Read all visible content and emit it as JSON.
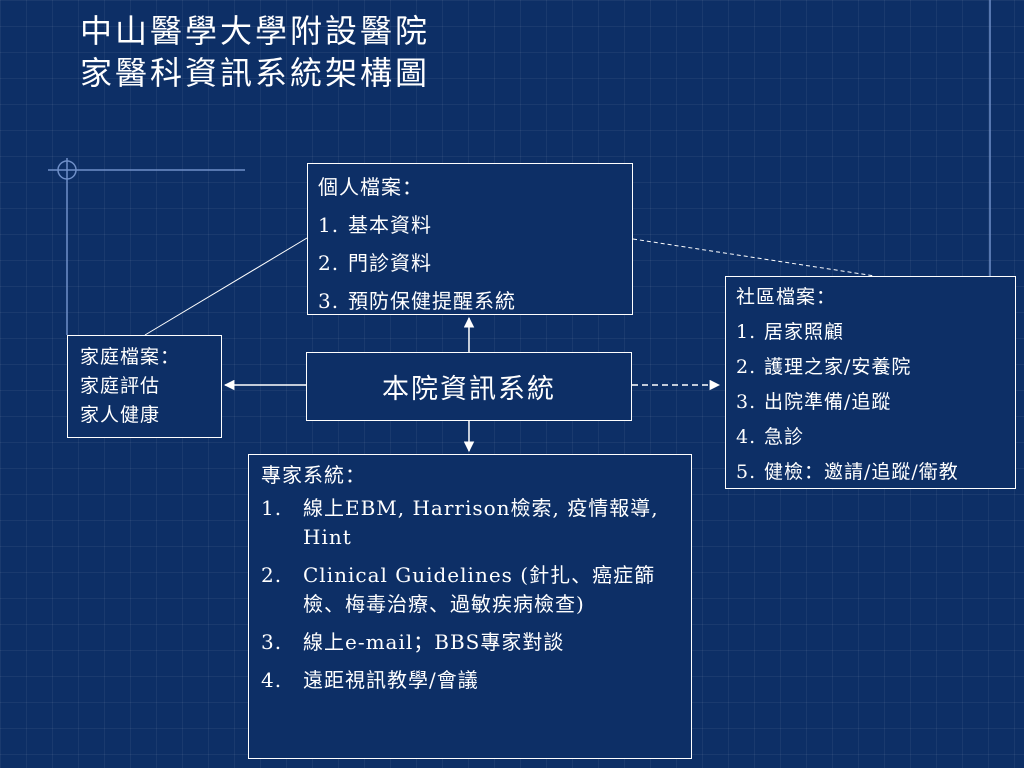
{
  "title": {
    "line1": "中山醫學大學附設醫院",
    "line2": "家醫科資訊系統架構圖"
  },
  "center": {
    "label": "本院資訊系統"
  },
  "personal": {
    "title": "個人檔案：",
    "items": [
      {
        "num": "1.",
        "text": "基本資料"
      },
      {
        "num": "2.",
        "text": "門診資料"
      },
      {
        "num": "3.",
        "text": "預防保健提醒系統"
      }
    ]
  },
  "family": {
    "title": "家庭檔案：",
    "lines": [
      "家庭評估",
      "家人健康"
    ]
  },
  "community": {
    "title": "社區檔案：",
    "items": [
      {
        "num": "1.",
        "text": "居家照顧"
      },
      {
        "num": "2.",
        "text": "護理之家/安養院"
      },
      {
        "num": "3.",
        "text": "出院準備/追蹤"
      },
      {
        "num": "4.",
        "text": "急診"
      },
      {
        "num": "5.",
        "text": "健檢：邀請/追蹤/衛教"
      }
    ]
  },
  "expert": {
    "title": "專家系統：",
    "items": [
      {
        "num": "1.",
        "text": "線上EBM, Harrison檢索, 疫情報導, Hint"
      },
      {
        "num": "2.",
        "text": "Clinical Guidelines (針扎、癌症篩檢、梅毒治療、過敏疾病檢查)"
      },
      {
        "num": "3.",
        "text": "線上e-mail；BBS專家對談"
      },
      {
        "num": "4.",
        "text": "遠距視訊教學/會議"
      }
    ]
  },
  "colors": {
    "background": "#0d2f66",
    "line": "#ffffff",
    "text": "#ffffff"
  }
}
